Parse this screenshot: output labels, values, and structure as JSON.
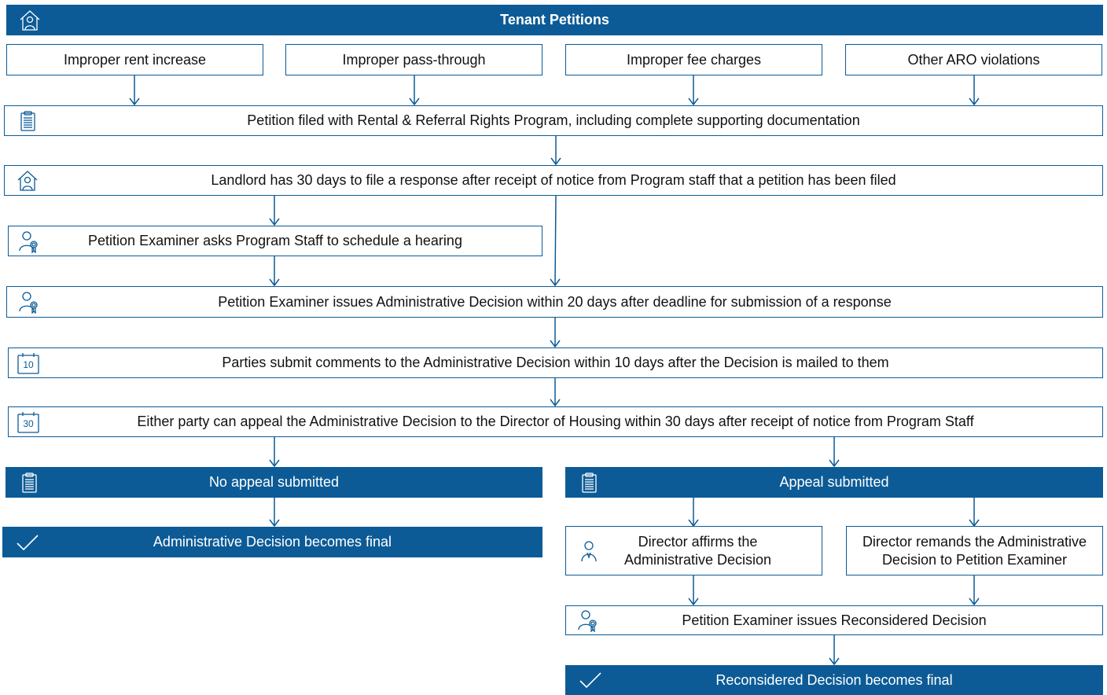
{
  "header": {
    "title": "Tenant Petitions",
    "icon": "house-person-icon"
  },
  "violations": [
    "Improper rent increase",
    "Improper pass-through",
    "Improper fee charges",
    "Other ARO violations"
  ],
  "steps": {
    "petition_filed": "Petition filed with Rental & Referral Rights Program, including complete supporting documentation",
    "landlord_response": "Landlord has 30 days to file a response after receipt of notice from Program staff that a petition has been filed",
    "schedule_hearing": "Petition Examiner asks Program Staff to schedule a hearing",
    "admin_decision": "Petition Examiner issues Administrative Decision within 20 days after deadline for submission of a response",
    "submit_comments": "Parties submit comments to the Administrative Decision within 10 days after the Decision is mailed to them",
    "appeal": "Either party can appeal the Administrative Decision to the Director of Housing within 30 days after receipt of notice from Program Staff"
  },
  "calendar": {
    "ten": "10",
    "thirty": "30"
  },
  "branches": {
    "no_appeal": "No appeal submitted",
    "admin_final": "Administrative Decision becomes final",
    "appeal_submitted": "Appeal submitted",
    "director_affirms": "Director affirms the Administrative Decision",
    "director_remands": "Director remands the Administrative Decision to Petition Examiner",
    "reconsidered": "Petition Examiner issues Reconsidered Decision",
    "reconsidered_final": "Reconsidered Decision becomes final"
  },
  "colors": {
    "primary": "#0c5b96",
    "text": "#111111",
    "background": "#ffffff"
  }
}
